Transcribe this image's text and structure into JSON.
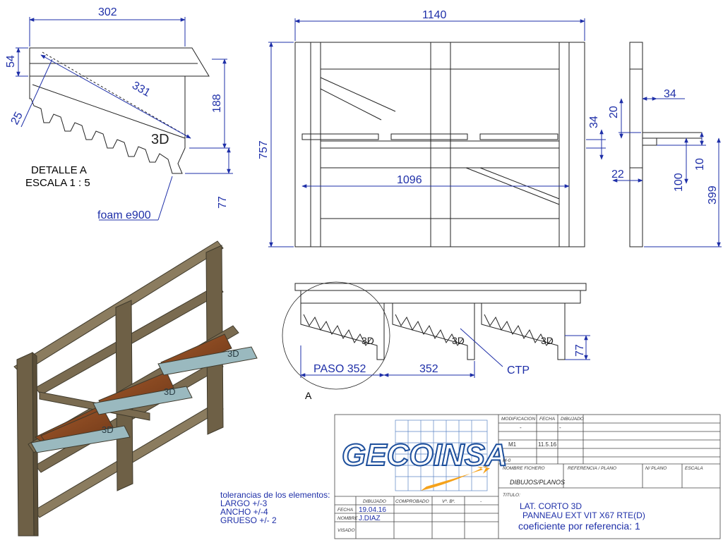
{
  "detail": {
    "dim_302": "302",
    "dim_54": "54",
    "dim_331": "331",
    "dim_25": "25",
    "dim_188": "188",
    "dim_77": "77",
    "title": "DETALLE A",
    "scale": "ESCALA 1 : 5",
    "foam_label": "foam e900",
    "mark_3d": "3D"
  },
  "front_view": {
    "dim_1140": "1140",
    "dim_757": "757",
    "dim_1096": "1096",
    "dim_34": "34"
  },
  "side_view": {
    "dim_34": "34",
    "dim_20": "20",
    "dim_10": "10",
    "dim_22": "22",
    "dim_100": "100",
    "dim_399": "399"
  },
  "bottom_view": {
    "paso": "PASO 352",
    "dim_352": "352",
    "ctp": "CTP",
    "dim_77": "77",
    "detail_ref": "A",
    "mark_3d": "3D"
  },
  "iso_mark": "3D",
  "tolerances": {
    "title": "tolerancias de los elementos:",
    "largo": "LARGO +/-3",
    "ancho": "ANCHO +/-4",
    "grueso": "GRUESO +/- 2"
  },
  "title_block": {
    "company": "GECOINSA",
    "modificacion_h": "MODIFICACION",
    "fecha_h": "FECHA",
    "dibujado_h": "DIBUJADO",
    "rev_dash": "-",
    "rev_m1": "M1",
    "rev_m1_date": "11.5.16",
    "rev_m0": "M-0",
    "nombre_fichero_h": "NOMBRE FICHERO",
    "nombre_fichero": "DIBUJOS/PLANOS",
    "referencia_h": "REFERENCIA / PLANO",
    "n_plano_h": "N/ PLANO",
    "escala_h": "ESCALA",
    "titulo_h": "TITULO:",
    "titulo_1": "LAT. CORTO 3D",
    "titulo_2": "PANNEAU EXT VIT X67 RTE(D)",
    "titulo_3": "coeficiente por referencia: 1",
    "col_dibujado": "DIBUJADO",
    "col_comprobado": "COMPROBADO",
    "col_vb": "Vº. Bº.",
    "col_dash": "-",
    "row_fecha": "FECHA",
    "fecha_val": "19.04.16",
    "row_nombre": "NOMBRE",
    "nombre_val": "J.DIAZ",
    "row_visado": "VISADO"
  },
  "colors": {
    "dimension": "#1e2fa8",
    "wood_dark": "#6e6046",
    "wood_light": "#8b7c5f",
    "shelf": "#8a4a22",
    "foam": "#9ab9bf",
    "logo_blue": "#1d4f9c",
    "logo_orange": "#f5a21b"
  }
}
